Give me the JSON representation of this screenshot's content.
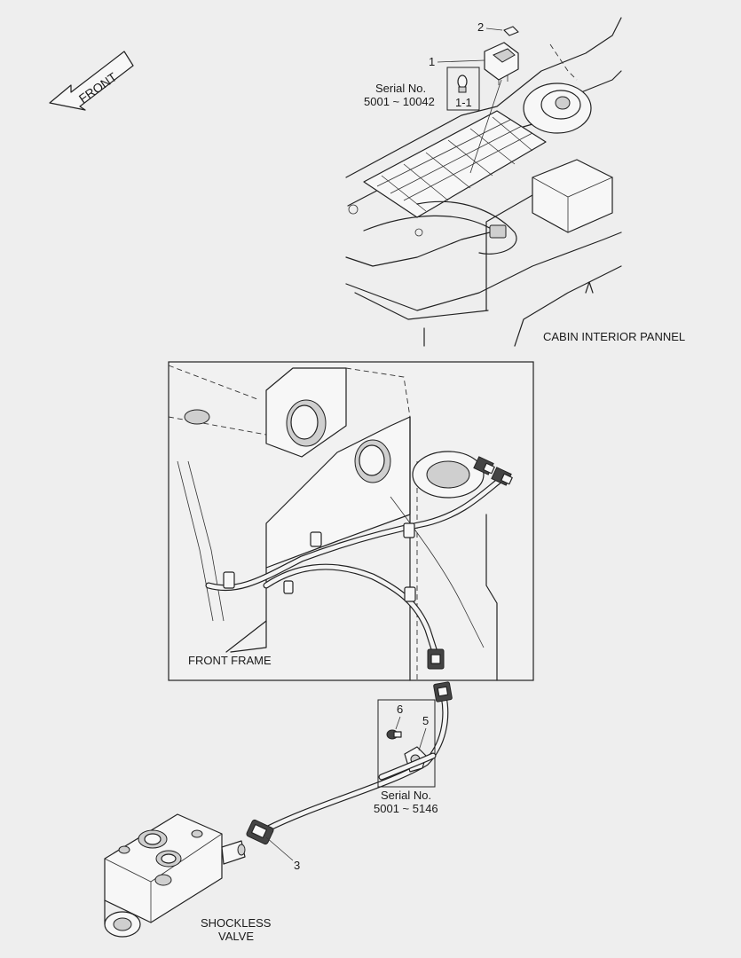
{
  "labels": {
    "front_arrow": "FRONT",
    "cabin": "CABIN INTERIOR PANNEL",
    "front_frame": "FRONT FRAME",
    "valve_line1": "SHOCKLESS",
    "valve_line2": "VALVE"
  },
  "serial_top": {
    "line1": "Serial No.",
    "line2": "5001 ~ 10042"
  },
  "serial_bottom": {
    "line1": "Serial No.",
    "line2": "5001 ~ 5146"
  },
  "callouts": {
    "c1": "1",
    "c1_1": "1-1",
    "c2": "2",
    "c3": "3",
    "c5": "5",
    "c6": "6"
  }
}
